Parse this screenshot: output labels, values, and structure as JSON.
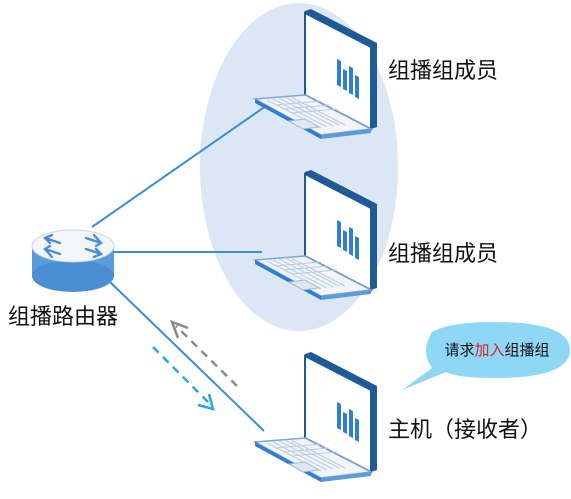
{
  "nodes": {
    "router": {
      "label": "组播路由器"
    },
    "member_top": {
      "label": "组播组成员"
    },
    "member_mid": {
      "label": "组播组成员"
    },
    "receiver": {
      "label": "主机（接收者）"
    }
  },
  "bubble": {
    "prefix": "请求",
    "highlight": "加入",
    "suffix": "组播组"
  },
  "colors": {
    "group_ellipse": "#dce7f6",
    "link_line": "#3b8fd0",
    "request_arrow": "#8a8a8a",
    "data_arrow": "#2aa8e0",
    "bubble_fill": "#8fd8f5",
    "highlight_text": "#e02020",
    "laptop_dark": "#1e5a96",
    "laptop_accent": "#2e7fcf"
  }
}
